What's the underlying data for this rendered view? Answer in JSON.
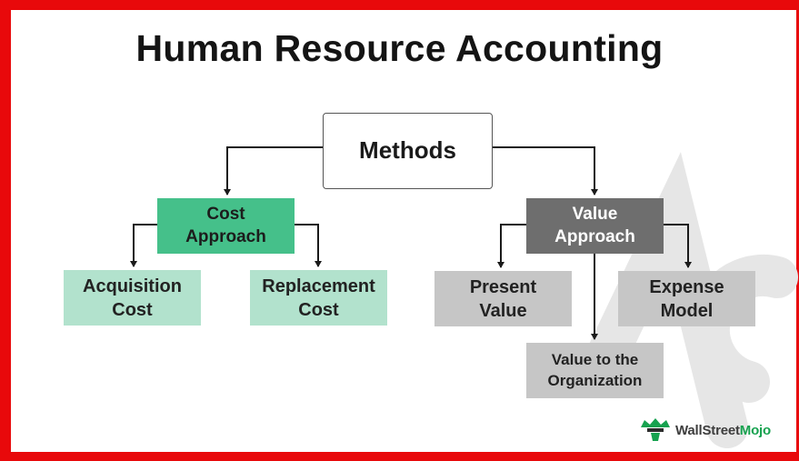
{
  "title": "Human Resource Accounting",
  "diagram": {
    "root": "Methods",
    "cost": {
      "label": "Cost\nApproach",
      "children": [
        "Acquisition\nCost",
        "Replacement\nCost"
      ]
    },
    "value": {
      "label": "Value\nApproach",
      "children": [
        "Present\nValue",
        "Expense\nModel",
        "Value to the\nOrganization"
      ]
    }
  },
  "logo": {
    "prefix": "WallStreet",
    "suffix": "Mojo"
  },
  "colors": {
    "border": "#e8090b",
    "cost_header": "#45c08a",
    "cost_leaf": "#b2e2cd",
    "value_header": "#6e6e6e",
    "value_leaf": "#c6c6c6",
    "watermark": "#e6e6e6",
    "logo_green": "#16a24f"
  }
}
